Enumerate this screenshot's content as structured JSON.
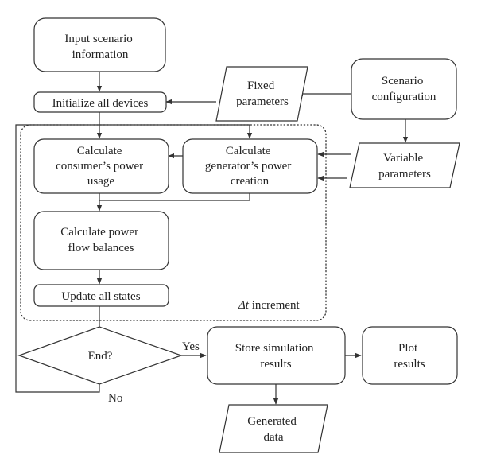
{
  "nodes": {
    "input_scenario": {
      "lines": [
        "Input scenario",
        "information"
      ]
    },
    "initialize_devices": {
      "lines": [
        "Initialize all devices"
      ]
    },
    "fixed_parameters": {
      "lines": [
        "Fixed",
        "parameters"
      ]
    },
    "scenario_configuration": {
      "lines": [
        "Scenario",
        "configuration"
      ]
    },
    "variable_parameters": {
      "lines": [
        "Variable",
        "parameters"
      ]
    },
    "consumer_power": {
      "lines": [
        "Calculate",
        "consumer’s power",
        "usage"
      ]
    },
    "generator_power": {
      "lines": [
        "Calculate",
        "generator’s power",
        "creation"
      ]
    },
    "power_flow": {
      "lines": [
        "Calculate power",
        "flow balances"
      ]
    },
    "update_states": {
      "lines": [
        "Update all states"
      ]
    },
    "end_decision": {
      "lines": [
        "End?"
      ]
    },
    "store_results": {
      "lines": [
        "Store simulation",
        "results"
      ]
    },
    "plot_results": {
      "lines": [
        "Plot",
        "results"
      ]
    },
    "generated_data": {
      "lines": [
        "Generated",
        "data"
      ]
    }
  },
  "loop_label": {
    "symbol": "Δt",
    "text": " increment"
  },
  "edge_labels": {
    "yes": "Yes",
    "no": "No"
  }
}
